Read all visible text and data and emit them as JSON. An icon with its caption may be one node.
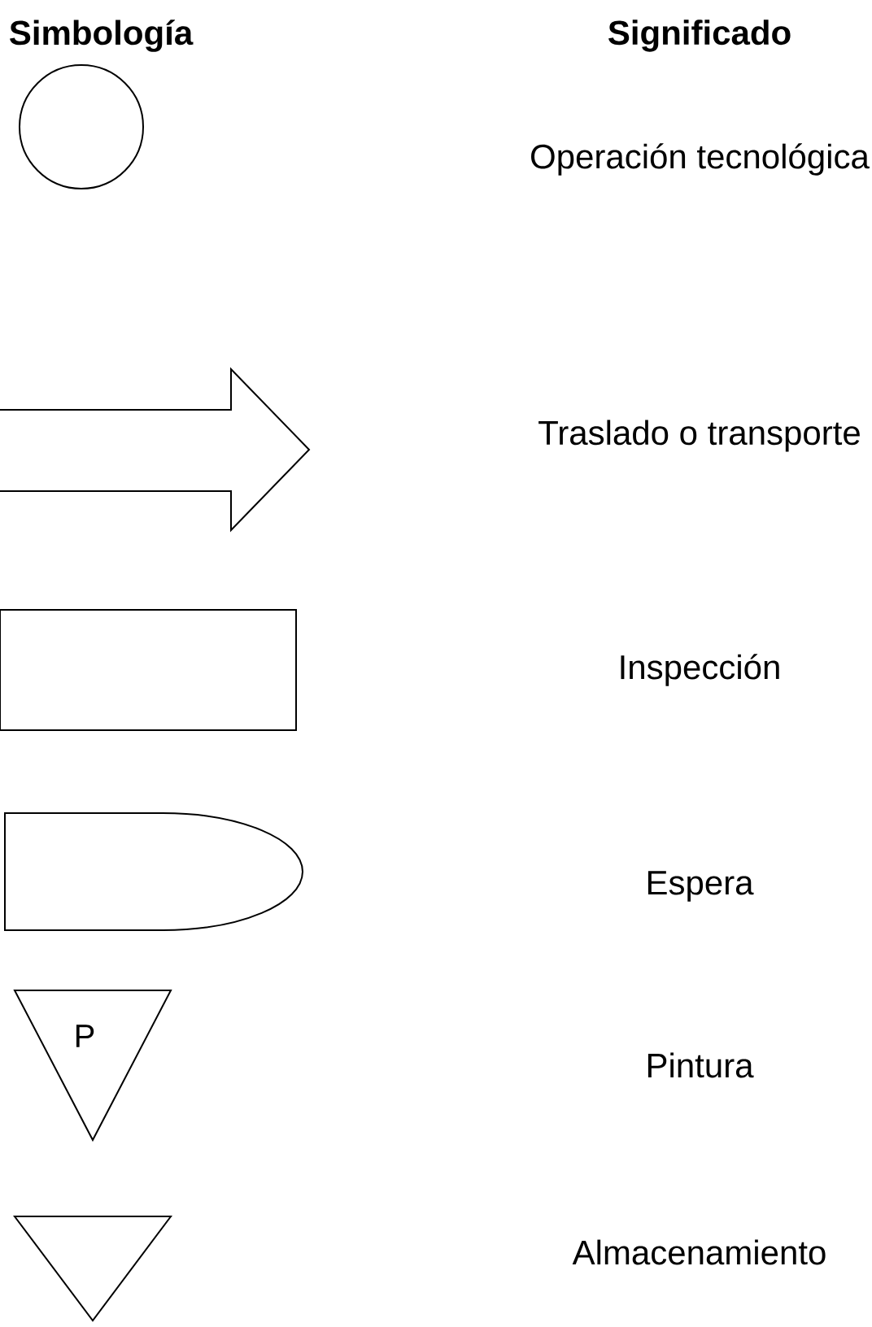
{
  "diagram": {
    "nodes": [
      {
        "text": [],
        "shape": "circle"
      },
      {
        "text": [],
        "shape": "arrow"
      },
      {
        "text": [],
        "shape": "box"
      },
      {
        "text": [],
        "shape": "delay"
      },
      {
        "text": [
          "P"
        ]
      },
      {
        "text": [],
        "shape": "triangle"
      }
    ],
    "labels": [
      "Simbología",
      "Significado",
      "Operación tecnológica",
      "Traslado o transporte",
      "Inspección",
      "Espera",
      "Pintura",
      "Almacenamiento"
    ]
  }
}
